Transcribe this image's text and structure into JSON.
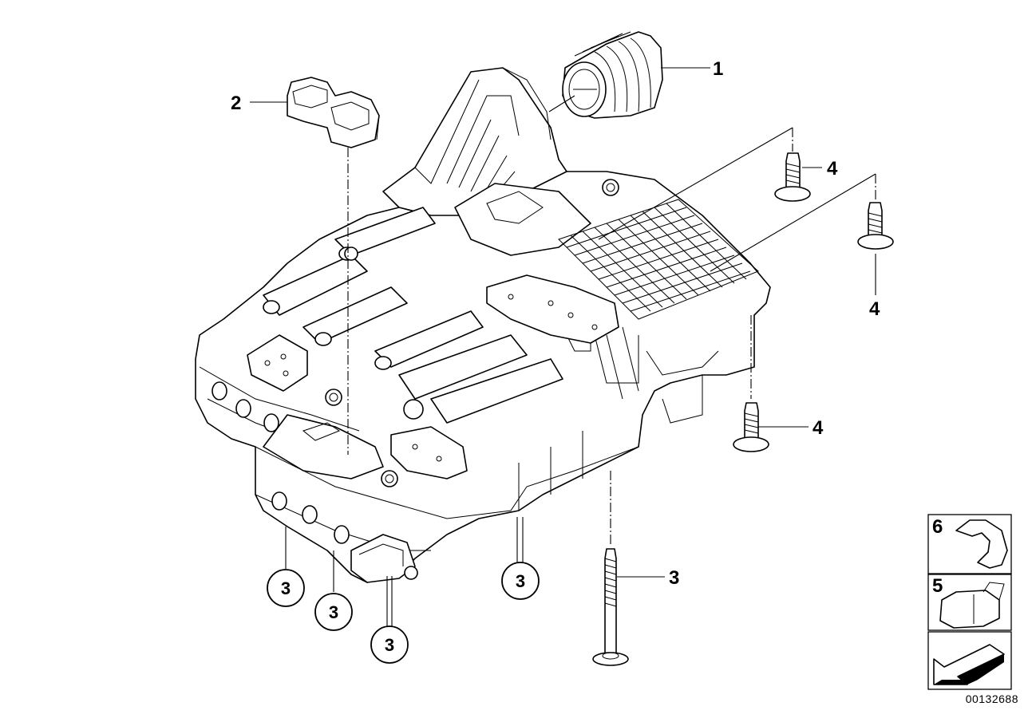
{
  "diagram": {
    "callouts": {
      "c1": "1",
      "c2": "2",
      "c3_right": "3",
      "c4_top": "4",
      "c4_right": "4",
      "c4_mid": "4",
      "c5": "5",
      "c6": "6"
    },
    "circled_labels": [
      "3",
      "3",
      "3",
      "3"
    ],
    "reference_number": "00132688"
  }
}
